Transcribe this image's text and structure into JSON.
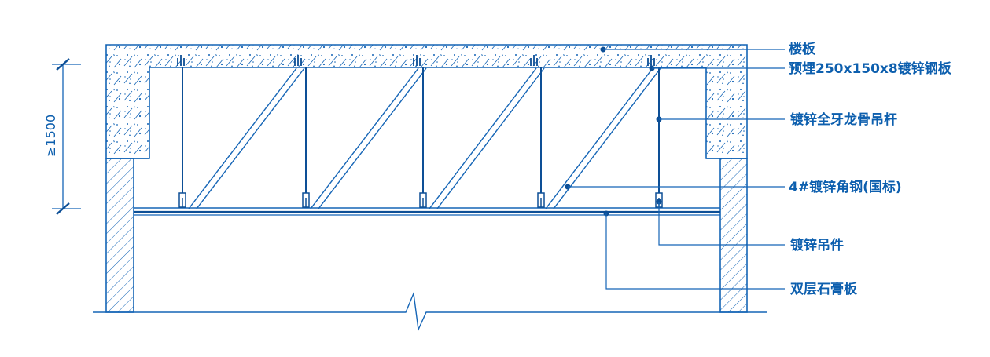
{
  "colors": {
    "line": "#1565b6",
    "dark": "#0d4f96",
    "text": "#0d5fae",
    "background": "#ffffff"
  },
  "dimension": {
    "label": "≥1500"
  },
  "callouts": {
    "floor_slab": "楼板",
    "embedded_plate": "预埋250x150x8镀锌钢板",
    "threaded_rod": "镀锌全牙龙骨吊杆",
    "angle_steel": "4#镀锌角钢(国标)",
    "hanger": "镀锌吊件",
    "gypsum_board": "双层石膏板"
  }
}
